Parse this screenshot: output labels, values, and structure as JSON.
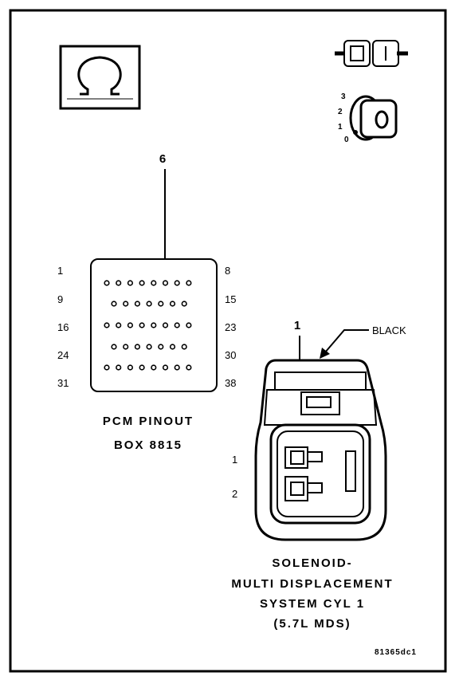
{
  "pcm": {
    "pin_callout": "6",
    "row_labels_left": [
      "1",
      "9",
      "16",
      "24",
      "31"
    ],
    "row_labels_right": [
      "8",
      "15",
      "23",
      "30",
      "38"
    ],
    "title_line1": "PCM PINOUT",
    "title_line2": "BOX 8815"
  },
  "connector": {
    "pin_callout": "1",
    "color_label": "BLACK",
    "cavity_labels": [
      "1",
      "2"
    ],
    "title_line1": "SOLENOID-",
    "title_line2": "MULTI DISPLACEMENT",
    "title_line3": "SYSTEM CYL 1",
    "title_line4": "(5.7L MDS)"
  },
  "ignition_positions": [
    "3",
    "2",
    "1",
    "0"
  ],
  "figure_id": "81365dc1",
  "icons": [
    "ohm-meter-icon",
    "connector-disconnect-icon",
    "ignition-key-icon"
  ]
}
